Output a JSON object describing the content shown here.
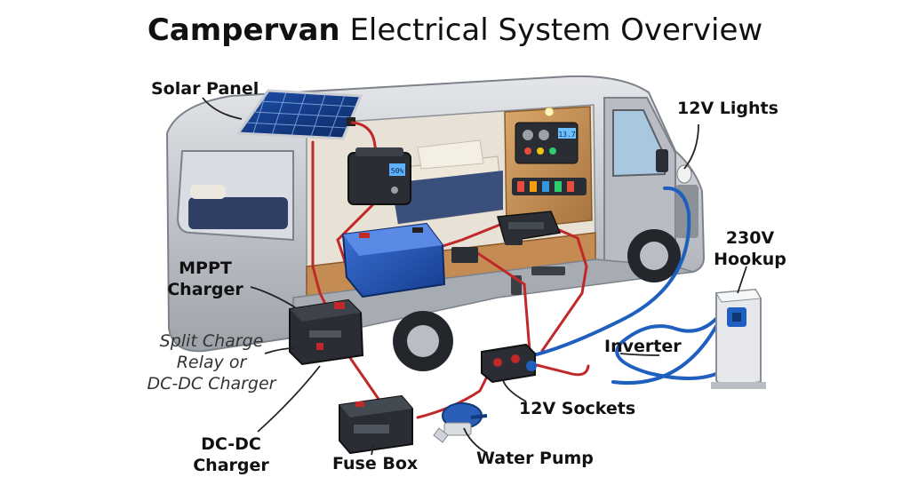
{
  "title": {
    "bold": "Campervan",
    "rest": "Electrical System Overview"
  },
  "labels": {
    "solar_panel": "Solar Panel",
    "lights": "12V Lights",
    "mppt_line1": "MPPT",
    "mppt_line2": "Charger",
    "hookup_line1": "230V",
    "hookup_line2": "Hookup",
    "split_line1": "Split Charge",
    "split_line2": "Relay or",
    "split_line3": "DC-DC Charger",
    "inverter": "Inverter",
    "dcdc_line1": "DC-DC",
    "dcdc_line2": "Charger",
    "sockets": "12V Sockets",
    "fuse_box": "Fuse Box",
    "water_pump": "Water Pump"
  },
  "panel_display": {
    "power_station_screen": "50%",
    "control_screen": "13.7"
  },
  "colors": {
    "van_body": "#c9ccd1",
    "cable_red": "#c0282a",
    "cable_blue": "#1f5fbf",
    "battery_blue": "#1e4fb3",
    "wood": "#c8955a",
    "bed": "#2f3f66"
  }
}
